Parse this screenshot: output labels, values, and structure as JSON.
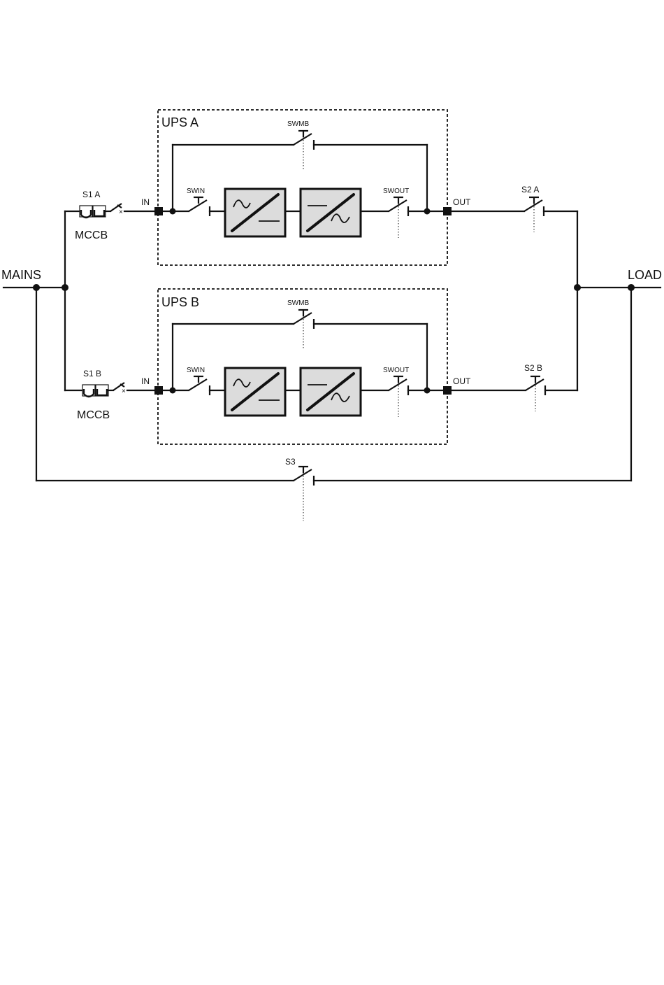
{
  "labels": {
    "mains": "MAINS",
    "load": "LOAD",
    "s3": "S3",
    "ups_a": {
      "title": "UPS A",
      "swmb": "SWMB",
      "swin": "SWIN",
      "swout": "SWOUT",
      "in": "IN",
      "out": "OUT",
      "breaker": "S1 A",
      "breaker_type": "MCCB",
      "output_switch": "S2 A"
    },
    "ups_b": {
      "title": "UPS B",
      "swmb": "SWMB",
      "swin": "SWIN",
      "swout": "SWOUT",
      "in": "IN",
      "out": "OUT",
      "breaker": "S1 B",
      "breaker_type": "MCCB",
      "output_switch": "S2 B"
    }
  }
}
